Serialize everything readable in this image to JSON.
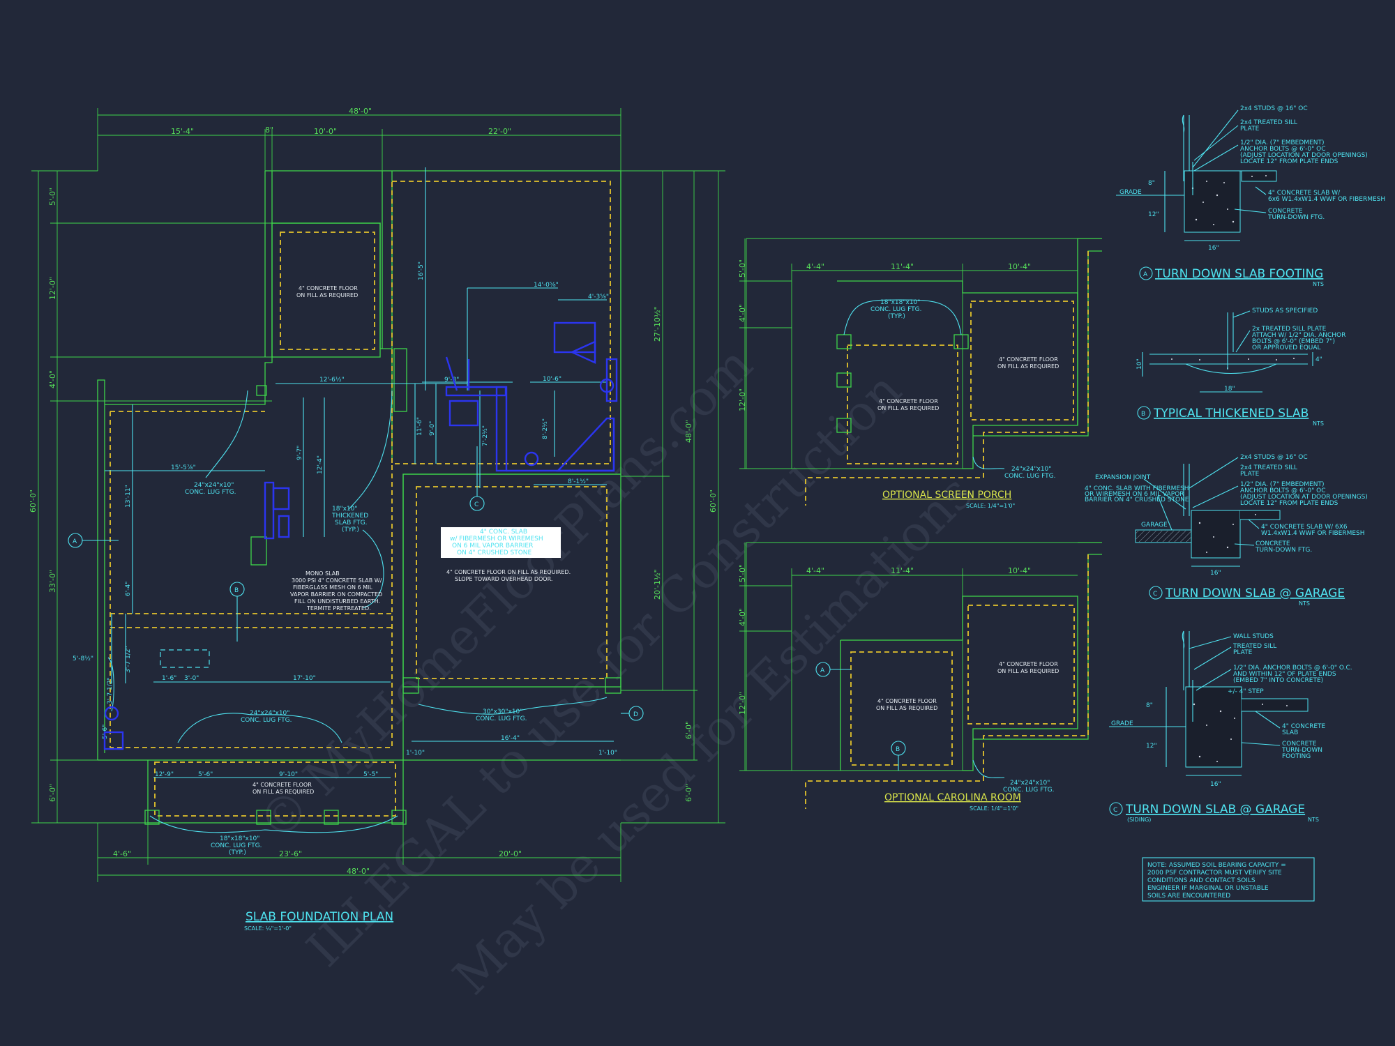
{
  "plan": {
    "title": "SLAB FOUNDATION PLAN",
    "scale": "SCALE: ¼\"=1'-0\"",
    "dims": {
      "top_overall": "48'-0\"",
      "top_a": "15'-4\"",
      "top_b": "8\"",
      "top_c": "10'-0\"",
      "top_d": "22'-0\"",
      "left_60": "60'-0\"",
      "left_5": "5'-0\"",
      "left_12": "12'-0\"",
      "left_4": "4'-0\"",
      "left_33": "33'-0\"",
      "left_6": "6'-0\"",
      "right_27": "27'-10½\"",
      "right_48": "48'-0\"",
      "right_60": "60'-0\"",
      "right_20": "20'-1½\"",
      "right_6a": "6'-0\"",
      "right_6b": "6'-0\"",
      "bot_a": "4'-6\"",
      "bot_b": "23'-6\"",
      "bot_c": "20'-0\"",
      "bot_overall": "48'-0\"",
      "d_16_5": "16'-5\"",
      "d_14_0": "14'-0⅝\"",
      "d_4_3": "4'-3⅝\"",
      "d_12_6": "12'-6½\"",
      "d_9_8": "9'-8\"",
      "d_10_6": "10'-6\"",
      "d_11_6": "11'-6\"",
      "d_9_0": "9'-0\"",
      "d_7_2": "7'-2½\"",
      "d_8_2": "8'-2½\"",
      "d_8_1": "8'-1½\"",
      "d_15_5": "15'-5⅞\"",
      "d_13_11": "13'-11\"",
      "d_9_7": "9'-7\"",
      "d_12_4": "12'-4\"",
      "d_6_4": "6'-4\"",
      "d_3_7a": "3'-7 1/2\"",
      "d_3_7b": "3'-7 1/2\"",
      "d_5_8": "5'-8½\"",
      "d_5_6": "5'-6\"",
      "d_1_6": "1'-6\"",
      "d_3_0": "3'-0\"",
      "d_17_10": "17'-10\"",
      "d_16_4": "16'-4\"",
      "d_1_10a": "1'-10\"",
      "d_1_10b": "1'-10\"",
      "d_12_9": "12'-9\"",
      "d_5_6b": "5'-6\"",
      "d_9_10": "9'-10\"",
      "d_5_5": "5'-5\""
    },
    "notes": {
      "floor_4in": "4\" CONCRETE FLOOR",
      "fill": "ON FILL AS REQUIRED",
      "lug_24": "24\"x24\"x10\"",
      "lug_30": "30\"x30\"x10\"",
      "lug_18": "18\"x18\"x10\"",
      "conc_lug": "CONC. LUG FTG.",
      "typ": "(TYP.)",
      "thick_1": "18\"x10\"",
      "thick_2": "THICKENED",
      "thick_3": "SLAB FTG.",
      "mono_1": "MONO SLAB",
      "mono_2": "3000 PSI 4\" CONCRETE SLAB W/",
      "mono_3": "FIBERGLASS MESH ON 6 MIL",
      "mono_4": "VAPOR BARRIER ON COMPACTED",
      "mono_5": "FILL ON UNDISTURBED EARTH.",
      "mono_6": "TERMITE PRETREATED.",
      "garage_1": "4\" CONC. SLAB",
      "garage_2": "w/ FIBERMESH OR WIREMESH",
      "garage_3": "ON 6 MIL VAPOR BARRIER",
      "garage_4": "ON 4\" CRUSHED STONE",
      "garage_5": "4\" CONCRETE FLOOR ON FILL AS REQUIRED.",
      "garage_6": "SLOPE TOWARD OVERHEAD DOOR."
    },
    "markers": [
      "A",
      "B",
      "C",
      "D"
    ]
  },
  "porch": {
    "title": "OPTIONAL SCREEN PORCH",
    "scale": "SCALE: 1/4\"=1'0\"",
    "dims": {
      "a": "4'-4\"",
      "b": "11'-4\"",
      "c": "10'-4\"",
      "v1": "5'-0\"",
      "v2": "4'-0\"",
      "v3": "12'-0\""
    }
  },
  "carolina": {
    "title": "OPTIONAL CAROLINA ROOM",
    "scale": "SCALE: 1/4\"=1'0\"",
    "dims": {
      "a": "4'-4\"",
      "b": "11'-4\"",
      "c": "10'-4\"",
      "v1": "5'-0\"",
      "v2": "4'-0\"",
      "v3": "12'-0\""
    }
  },
  "details": {
    "d1": {
      "marker": "A",
      "title": "TURN DOWN SLAB FOOTING",
      "scale": "NTS",
      "notes": [
        "2x4 STUDS @ 16\" OC",
        "2x4 TREATED SILL",
        "PLATE",
        "1/2\" DIA. (7\" EMBEDMENT)",
        "ANCHOR BOLTS @ 6'-0\" OC",
        "(ADJUST LOCATION AT DOOR OPENINGS)",
        "LOCATE 12\" FROM PLATE ENDS",
        "4\" CONCRETE SLAB W/",
        "6x6 W1.4xW1.4 WWF OR FIBERMESH",
        "CONCRETE",
        "TURN-DOWN FTG."
      ],
      "grade": "GRADE",
      "h1": "8\"",
      "h2": "12\"",
      "w": "16\""
    },
    "d2": {
      "marker": "B",
      "title": "TYPICAL THICKENED SLAB",
      "scale": "NTS",
      "notes": [
        "STUDS AS SPECIFIED",
        "2x TREATED SILL PLATE",
        "ATTACH W/ 1/2\" DIA. ANCHOR",
        "BOLTS @ 6'-0\" (EMBED 7\")",
        "OR APPROVED EQUAL"
      ],
      "h": "10\"",
      "t": "4\"",
      "w": "18\""
    },
    "d3": {
      "marker": "C",
      "title": "TURN DOWN SLAB @ GARAGE",
      "scale": "NTS",
      "notes": [
        "2x4 STUDS @ 16\" OC",
        "2x4 TREATED SILL",
        "PLATE",
        "1/2\" DIA. (7\" EMBEDMENT)",
        "ANCHOR BOLTS @ 6'-0\" OC",
        "(ADJUST LOCATION AT DOOR OPENINGS)",
        "LOCATE 12\" FROM PLATE ENDS",
        "4\" CONCRETE SLAB W/ 6X6",
        "W1.4xW1.4 WWF OR FIBERMESH",
        "CONCRETE",
        "TURN-DOWN FTG."
      ],
      "left_notes": [
        "EXPANSION JOINT",
        "4\" CONC. SLAB WITH FIBERMESH",
        "OR WIREMESH ON 6 MIL VAPOR",
        "BARRIER ON 4\" CRUSHED STONE"
      ],
      "garage": "GARAGE",
      "w": "16\""
    },
    "d4": {
      "marker": "C",
      "title": "TURN DOWN SLAB @ GARAGE",
      "sub": "(SIDING)",
      "scale": "NTS",
      "notes": [
        "WALL STUDS",
        "TREATED SILL",
        "PLATE",
        "1/2\" DIA. ANCHOR BOLTS @ 6'-0\" O.C.",
        "AND WITHIN 12\" OF PLATE ENDS",
        "(EMBED 7\" INTO CONCRETE)",
        "+/- 4\" STEP",
        "4\" CONCRETE",
        "SLAB",
        "CONCRETE",
        "TURN-DOWN",
        "FOOTING"
      ],
      "grade": "GRADE",
      "h1": "8\"",
      "h2": "12\"",
      "w": "16\""
    }
  },
  "soil_note": [
    "NOTE: ASSUMED SOIL BEARING CAPACITY =",
    "2000 PSF CONTRACTOR MUST VERIFY SITE",
    "CONDITIONS AND CONTACT SOILS",
    "ENGINEER IF MARGINAL OR UNSTABLE",
    "SOILS ARE ENCOUNTERED"
  ],
  "watermark": {
    "line1": "© MyHomeFloorPlans.com",
    "line2": "ILLEGAL to use for Construction",
    "line3": "May be used for Estimations"
  },
  "colors": {
    "background": "#222839",
    "dimension": "#3fd64a",
    "slab_dashed": "#e4c42c",
    "annotation": "#4fe3f0",
    "fixtures": "#2b35f0"
  }
}
